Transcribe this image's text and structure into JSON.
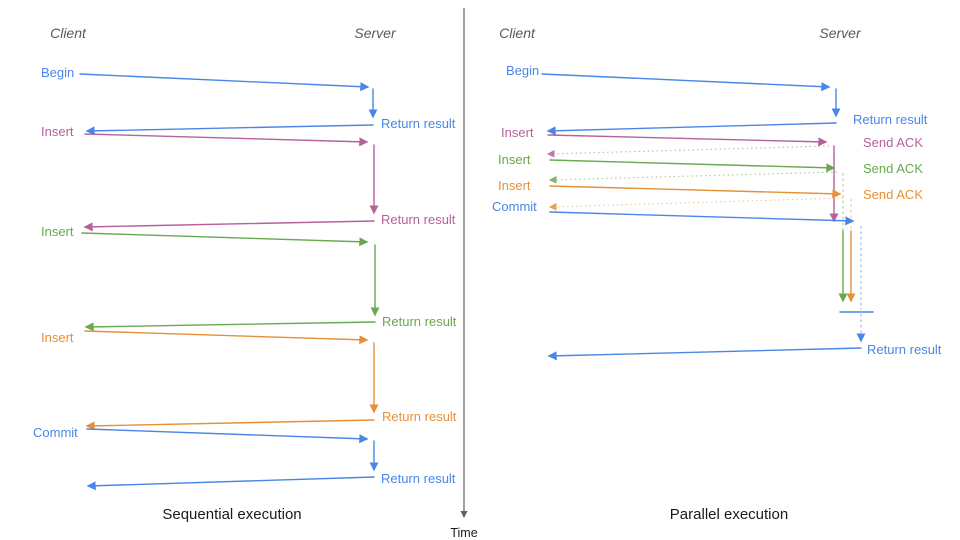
{
  "palette": {
    "blue": "#4a86e8",
    "blue_light": "#8ab0ef",
    "pink": "#b5619b",
    "pink_light": "#d29fc6",
    "green": "#6aa84f",
    "green_light": "#a0c78e",
    "orange": "#e69138",
    "orange_light": "#f2c189",
    "axis_gray": "#5f6368",
    "header_gray": "#595959",
    "title_black": "#1a1a1a"
  },
  "time_axis": {
    "label": "Time"
  },
  "sequential": {
    "title": "Sequential execution",
    "headers": {
      "client": "Client",
      "server": "Server"
    },
    "messages": [
      {
        "request": "Begin",
        "response": "Return result",
        "color": "blue"
      },
      {
        "request": "Insert",
        "response": "Return result",
        "color": "pink"
      },
      {
        "request": "Insert",
        "response": "Return result",
        "color": "green"
      },
      {
        "request": "Insert",
        "response": "Return result",
        "color": "orange"
      },
      {
        "request": "Commit",
        "response": "Return result",
        "color": "blue"
      }
    ]
  },
  "parallel": {
    "title": "Parallel execution",
    "headers": {
      "client": "Client",
      "server": "Server"
    },
    "messages": [
      {
        "request": "Begin",
        "response": "Return result",
        "color": "blue"
      },
      {
        "request": "Insert",
        "response": "Send ACK",
        "color": "pink"
      },
      {
        "request": "Insert",
        "response": "Send ACK",
        "color": "green"
      },
      {
        "request": "Insert",
        "response": "Send ACK",
        "color": "orange"
      },
      {
        "request": "Commit",
        "response": "Return result",
        "color": "blue"
      }
    ]
  }
}
